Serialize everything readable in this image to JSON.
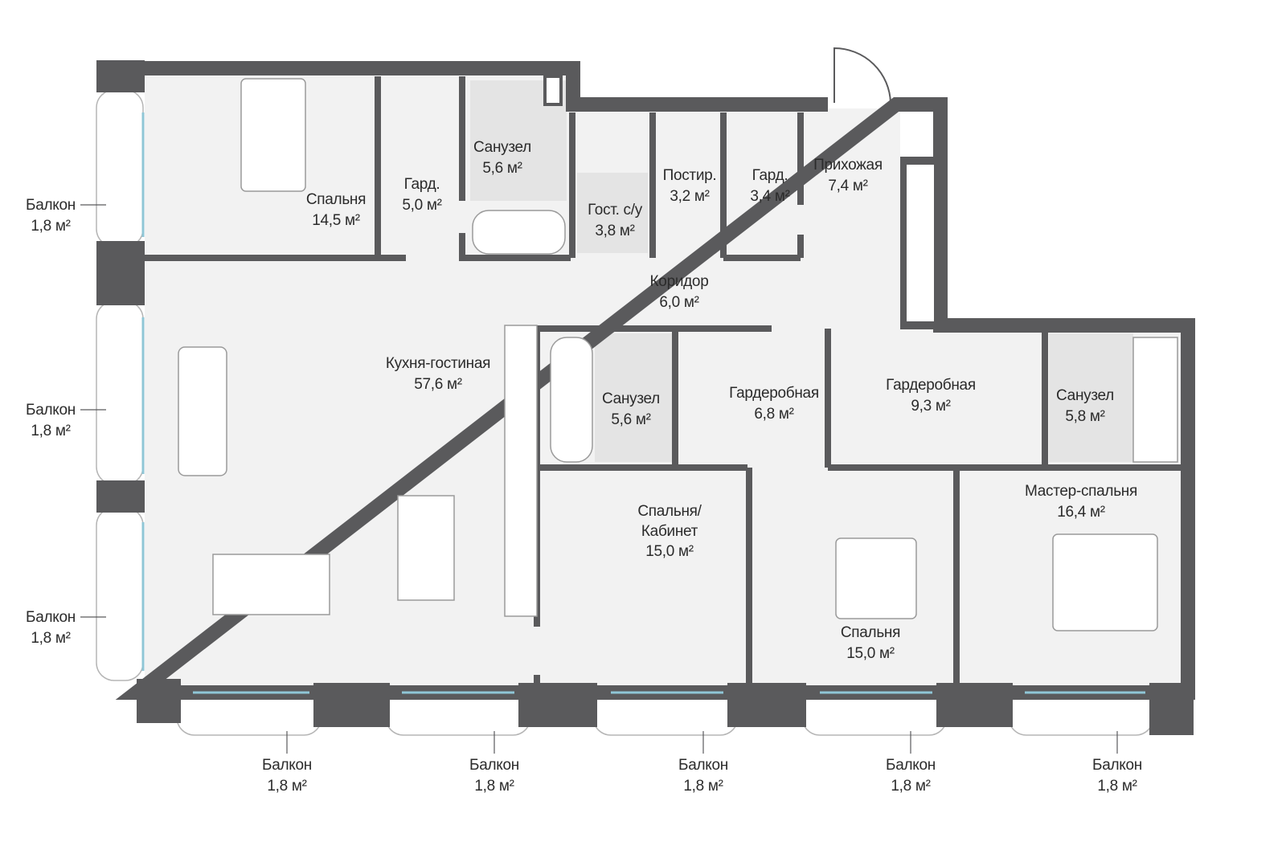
{
  "colors": {
    "wall": "#5a5a5c",
    "floor": "#f2f2f2",
    "tile": "#e4e4e4",
    "line": "#9a9a9a",
    "text": "#2b2b2b"
  },
  "rooms": [
    {
      "name": "Спальня",
      "area": "14,5 м²"
    },
    {
      "name": "Гард.",
      "area": "5,0 м²"
    },
    {
      "name": "Санузел",
      "area": "5,6 м²"
    },
    {
      "name": "Гост. с/у",
      "area": "3,8 м²"
    },
    {
      "name": "Постир.",
      "area": "3,2 м²"
    },
    {
      "name": "Гард.",
      "area": "3,4 м²"
    },
    {
      "name": "Прихожая",
      "area": "7,4 м²"
    },
    {
      "name": "Коридор",
      "area": "6,0 м²"
    },
    {
      "name": "Кухня-гостиная",
      "area": "57,6 м²"
    },
    {
      "name": "Санузел",
      "area": "5,6 м²"
    },
    {
      "name": "Гардеробная",
      "area": "6,8 м²"
    },
    {
      "name": "Гардеробная",
      "area": "9,3 м²"
    },
    {
      "name": "Санузел",
      "area": "5,8 м²"
    },
    {
      "name": "Мастер-спальня",
      "area": "16,4 м²"
    },
    {
      "name": "Спальня/",
      "name2": "Кабинет",
      "area": "15,0 м²"
    },
    {
      "name": "Спальня",
      "area": "15,0 м²"
    }
  ],
  "balconies": [
    {
      "name": "Балкон",
      "area": "1,8 м²"
    },
    {
      "name": "Балкон",
      "area": "1,8 м²"
    },
    {
      "name": "Балкон",
      "area": "1,8 м²"
    },
    {
      "name": "Балкон",
      "area": "1,8 м²"
    },
    {
      "name": "Балкон",
      "area": "1,8 м²"
    },
    {
      "name": "Балкон",
      "area": "1,8 м²"
    },
    {
      "name": "Балкон",
      "area": "1,8 м²"
    },
    {
      "name": "Балкон",
      "area": "1,8 м²"
    }
  ]
}
